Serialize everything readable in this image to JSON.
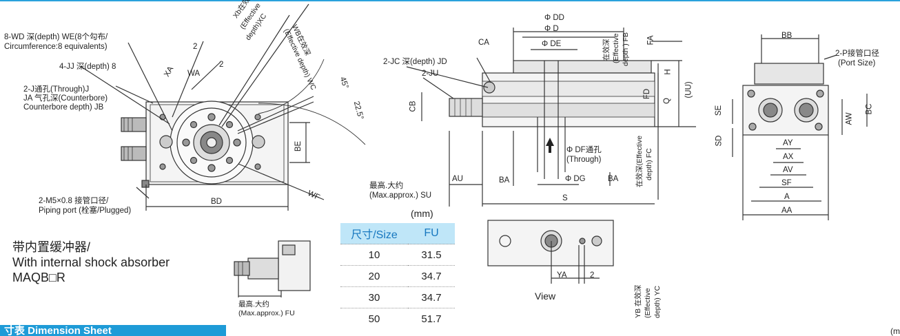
{
  "labels": {
    "wd": "8-WD 深(depth) WE(8个勾布/",
    "wd2": "Circumference:8 equivalents)",
    "jj": "4-JJ 深(depth) 8",
    "j1": "2-J通孔(Through)J",
    "j2": "JA 气孔深(Counterbore)",
    "j3": "Counterbore depth) JB",
    "xa": "XA",
    "wa": "WA",
    "two_a": "2",
    "two_b": "2",
    "xb": "Xb在效深",
    "xb2": "(Effective",
    "xb3": "depth)XC",
    "wb": "WB在效深",
    "wb2": "(Effective depth) WC",
    "deg45": "45°",
    "deg225": "22.5°",
    "be": "BE",
    "bd": "BD",
    "wf": "WF",
    "m5a": "2-M5×0.8 接管口径/",
    "m5b": "Piping port (栓塞/Plugged)",
    "dd": "Φ DD",
    "d": "Φ D",
    "de": "Φ DE",
    "ca": "CA",
    "jc": "2-JC 深(depth) JD",
    "ju": "2-JU",
    "cb": "CB",
    "fb1": "在效深",
    "fb2": "(Effective",
    "fb3": "depth ) FB",
    "fa": "FA",
    "h": "H",
    "fd": "FD",
    "q": "Q",
    "uu": "(UU)",
    "df1": "Φ DF通孔",
    "df2": "(Through)",
    "dg": "Φ DG",
    "fc1": "在效深(Effective",
    "fc2": "depth) FC",
    "su1": "最高.大约",
    "su2": "(Max.approx.) SU",
    "au": "AU",
    "ba1": "BA",
    "ba2": "BA",
    "s": "S",
    "bb": "BB",
    "p1": "2-P接管口径",
    "p2": "(Port  Size)",
    "se": "SE",
    "sd": "SD",
    "bc": "BC",
    "aw": "AW",
    "ay": "AY",
    "ax": "AX",
    "av": "AV",
    "sf": "SF",
    "a": "A",
    "aa": "AA",
    "ya": "YA",
    "two_c": "2",
    "view": "View",
    "yb1": "YB 在效深",
    "yb2": "(Effective",
    "yb3": "depth) YC",
    "fu1": "最高.大约",
    "fu2": "(Max.approx.) FU"
  },
  "shock": {
    "line1": "带内置缓冲器/",
    "line2": "With internal shock absorber",
    "line3": "MAQB□R"
  },
  "table": {
    "unit": "(mm)",
    "header_size": "尺寸/Size",
    "header_fu": "FU",
    "rows": [
      {
        "size": "10",
        "fu": "31.5"
      },
      {
        "size": "20",
        "fu": "34.7"
      },
      {
        "size": "30",
        "fu": "34.7"
      },
      {
        "size": "50",
        "fu": "51.7"
      }
    ]
  },
  "banner": "寸表 Dimension Sheet",
  "corner_unit": "(m",
  "colors": {
    "accent": "#1e9bd7",
    "header_fill": "#bfe6f8",
    "header_text": "#1677bf",
    "line": "#333333"
  }
}
